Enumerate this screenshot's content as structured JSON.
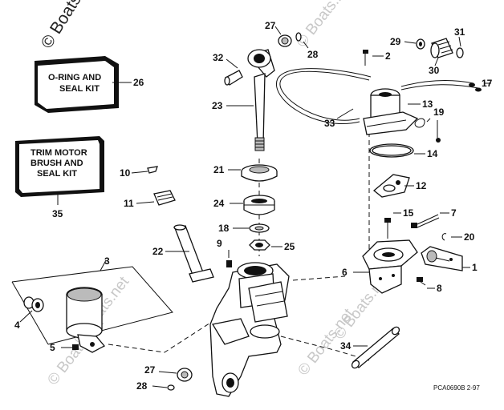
{
  "watermark": "© Boats.net",
  "kit_boxes": [
    {
      "id": "oring",
      "lines": [
        "O-RING AND",
        "SEAL KIT"
      ],
      "callout": "26"
    },
    {
      "id": "trim",
      "lines": [
        "TRIM MOTOR",
        "BRUSH AND",
        "SEAL KIT"
      ],
      "callout": "35"
    }
  ],
  "callouts": {
    "c1": "1",
    "c2": "2",
    "c3": "3",
    "c4": "4",
    "c5": "5",
    "c6": "6",
    "c7": "7",
    "c8": "8",
    "c9": "9",
    "c10": "10",
    "c11": "11",
    "c12": "12",
    "c13": "13",
    "c14": "14",
    "c15": "15",
    "c17": "17",
    "c18": "18",
    "c19": "19",
    "c20": "20",
    "c21": "21",
    "c22": "22",
    "c23": "23",
    "c24": "24",
    "c25": "25",
    "c27a": "27",
    "c27b": "27",
    "c28a": "28",
    "c28b": "28",
    "c29": "29",
    "c30": "30",
    "c31": "31",
    "c32": "32",
    "c33": "33",
    "c34": "34"
  },
  "figure_code": "PCA0690B  2-97"
}
